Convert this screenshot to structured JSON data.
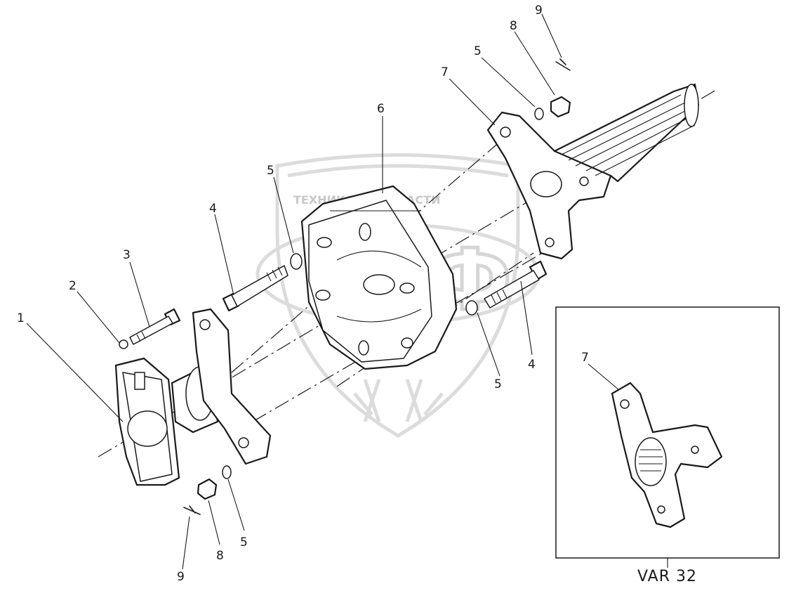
{
  "watermark": {
    "caption": "ТЕХНИКА И ЗАПЧАСТИ",
    "letters": "ЭТФ"
  },
  "callouts": {
    "n1": "1",
    "n2": "2",
    "n3": "3",
    "n4a": "4",
    "n4b": "4",
    "n5a": "5",
    "n5b": "5",
    "n5c": "5",
    "n5d": "5",
    "n6": "6",
    "n7a": "7",
    "n7b": "7",
    "n8a": "8",
    "n8b": "8",
    "n9a": "9",
    "n9b": "9"
  },
  "variant": {
    "label": "VAR 32"
  }
}
